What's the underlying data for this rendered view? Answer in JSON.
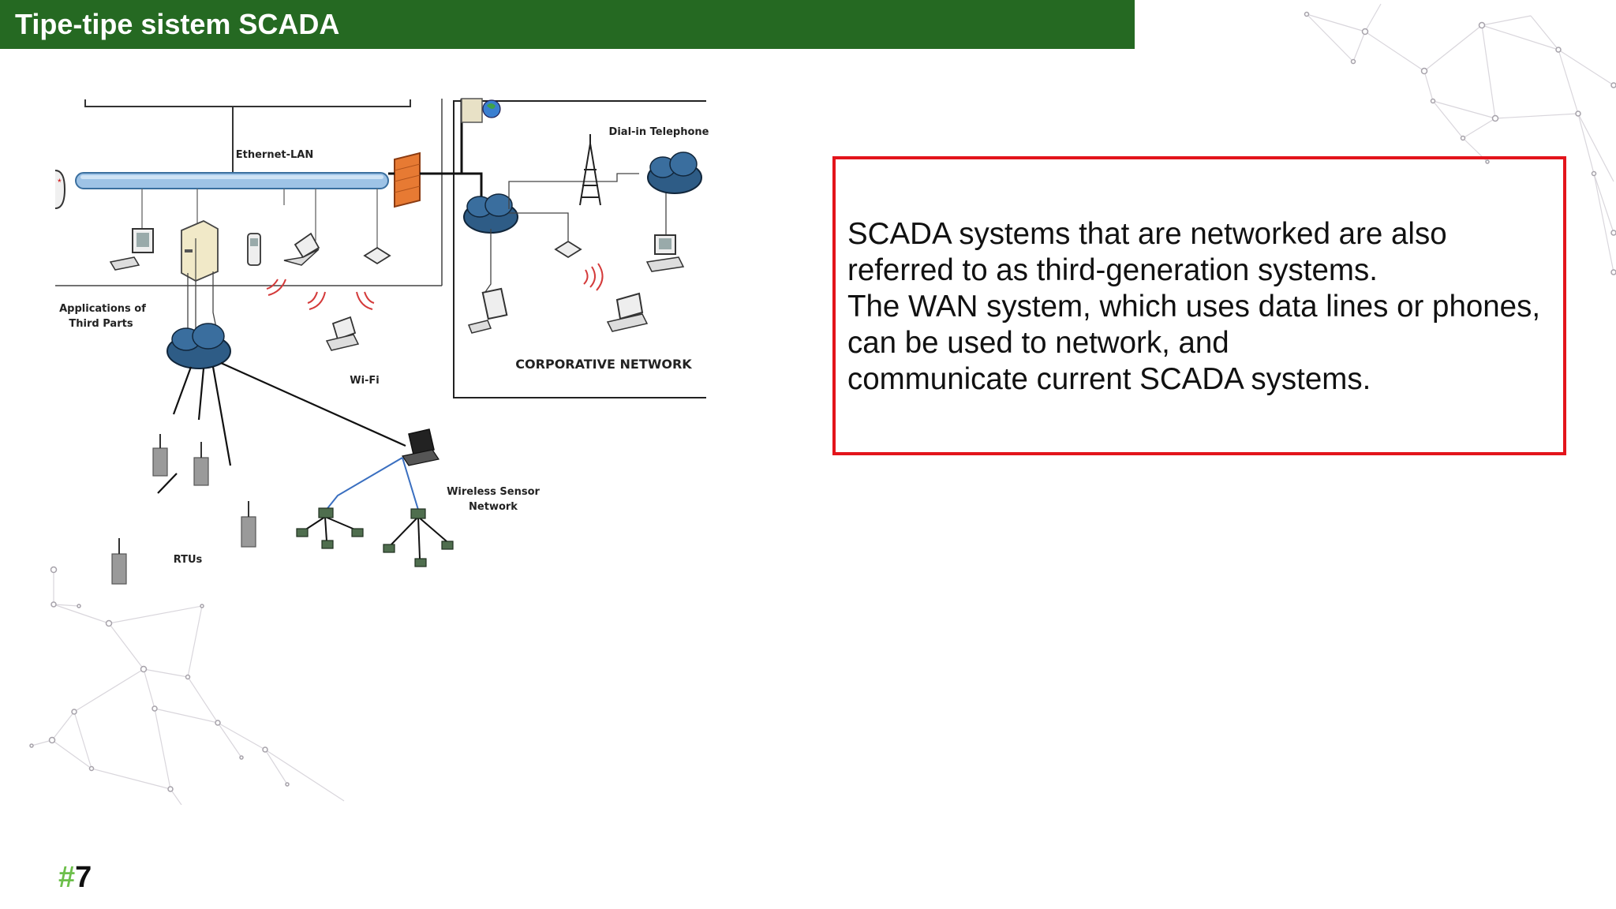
{
  "slide": {
    "title": "Tipe-tipe sistem SCADA",
    "page_number": "7",
    "page_prefix": "#"
  },
  "diagram": {
    "labels": {
      "ethernet_lan": "Ethernet-LAN",
      "dial_in": "Dial-in Telephone",
      "applications_line1": "Applications of",
      "applications_line2": "Third Parts",
      "corporative_network": "CORPORATIVE NETWORK",
      "wifi": "Wi-Fi",
      "wireless_sensor_line1": "Wireless Sensor",
      "wireless_sensor_line2": "Network",
      "rtus": "RTUs"
    }
  },
  "info_box": {
    "lines": [
      "SCADA systems that are networked are also",
      "referred to as third-generation systems.",
      "The WAN system, which uses data lines or phones,",
      "can be used to network, and",
      "communicate current SCADA systems."
    ]
  },
  "colors": {
    "title_bar": "#256922",
    "box_border": "#e3141b",
    "accent_hash": "#6dbf4b"
  }
}
